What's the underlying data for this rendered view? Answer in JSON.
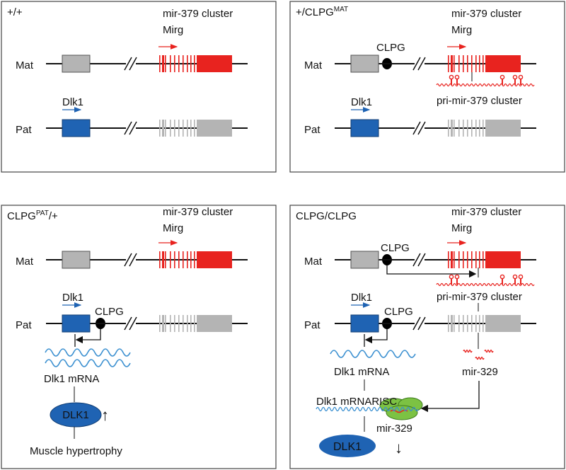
{
  "colors": {
    "maternal_active": "#e8231f",
    "inactive": "#b4b4b4",
    "dlk1": "#1f63b3",
    "mrna": "#3a8fd0",
    "risc": "#7cc243",
    "line": "#111111"
  },
  "labels": {
    "mir_cluster": "mir-379 cluster",
    "mirg": "Mirg",
    "mat": "Mat",
    "pat": "Pat",
    "dlk1_gene": "Dlk1",
    "clpg": "CLPG",
    "pri_mir": "pri-mir-379 cluster",
    "dlk1_mrna": "Dlk1 mRNA",
    "dlk1_protein": "DLK1",
    "mir329": "mir-329",
    "risc": "Dlk1 mRNARISC",
    "muscle": "Muscle hypertrophy",
    "up_arrow": "↑",
    "down_arrow": "↓"
  },
  "panels": [
    {
      "title": "+/+"
    },
    {
      "title": "+/CLPG",
      "title_sup": "MAT"
    },
    {
      "title": "CLPG",
      "title_sup": "PAT",
      "title_suffix": "/+"
    },
    {
      "title": "CLPG/CLPG"
    }
  ]
}
